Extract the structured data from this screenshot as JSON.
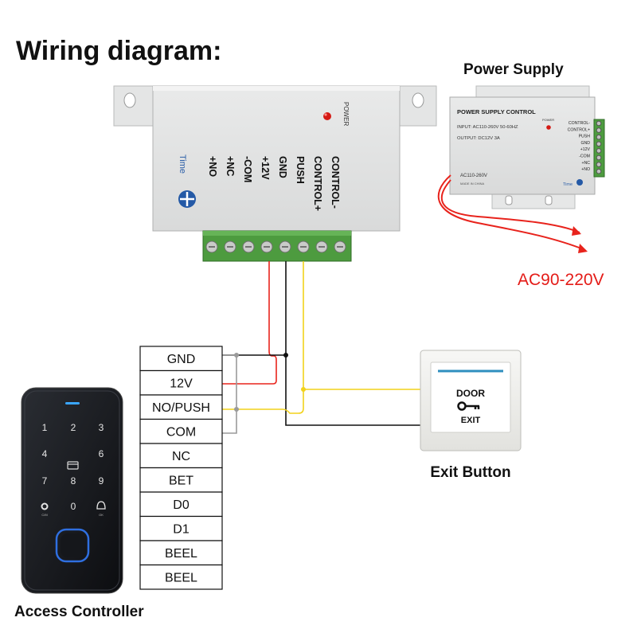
{
  "title": "Wiring diagram:",
  "power_supply_label": "Power Supply",
  "ac_label": "AC90-220V",
  "exit_button_label": "Exit Button",
  "access_controller_label": "Access Controller",
  "main_box": {
    "power_text": "POWER",
    "time_text": "Time",
    "terminals": [
      "+NO",
      "+NC",
      "-COM",
      "+12V",
      "GND",
      "PUSH",
      "CONTROL+",
      "CONTROL-"
    ]
  },
  "small_box": {
    "header": "POWER SUPPLY CONTROL",
    "input": "INPUT: AC110-260V 50-60HZ",
    "output": "OUTPUT: DC12V 3A",
    "ac": "AC110-260V",
    "made": "MADE IN CHINA",
    "power": "POWER",
    "time": "Time",
    "terminals": [
      "CONTROL-",
      "CONTROL+",
      "PUSH",
      "GND",
      "+12V",
      "-COM",
      "+NC",
      "+NO"
    ]
  },
  "controller_pins": [
    "GND",
    "12V",
    "NO/PUSH",
    "COM",
    "NC",
    "BET",
    "D0",
    "D1",
    "BEEL",
    "BEEL"
  ],
  "exit_button": {
    "top": "DOOR",
    "bottom": "EXIT"
  },
  "keypad": {
    "keys": [
      "1",
      "2",
      "3",
      "4",
      "",
      "6",
      "7",
      "8",
      "9",
      "",
      "0",
      ""
    ],
    "key_sublabels": [
      "",
      "",
      "",
      "",
      "",
      "",
      "",
      "",
      "",
      "C/M",
      "",
      "OK"
    ]
  },
  "colors": {
    "red_wire": "#e8231c",
    "yellow_wire": "#f2d21b",
    "black_wire": "#111111",
    "gray_wire": "#9a9a9a",
    "terminal_green": "#4d9b3f",
    "box_gray": "#e3e4e4",
    "ac_text": "#e41b17"
  }
}
